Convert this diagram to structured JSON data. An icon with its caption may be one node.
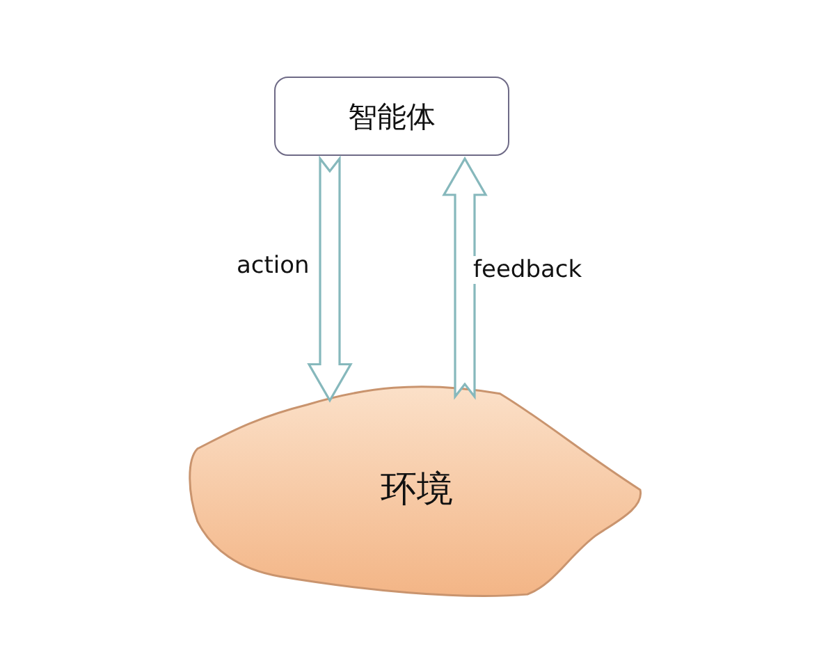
{
  "diagram": {
    "nodes": [
      {
        "text": [
          "智能体"
        ]
      },
      {
        "text": [
          "环境"
        ]
      }
    ],
    "edges": [
      {
        "from": 0,
        "to": 1,
        "arrow": "to",
        "label": "action"
      },
      {
        "from": 1,
        "to": 0,
        "arrow": "to",
        "label": "feedback"
      }
    ]
  }
}
